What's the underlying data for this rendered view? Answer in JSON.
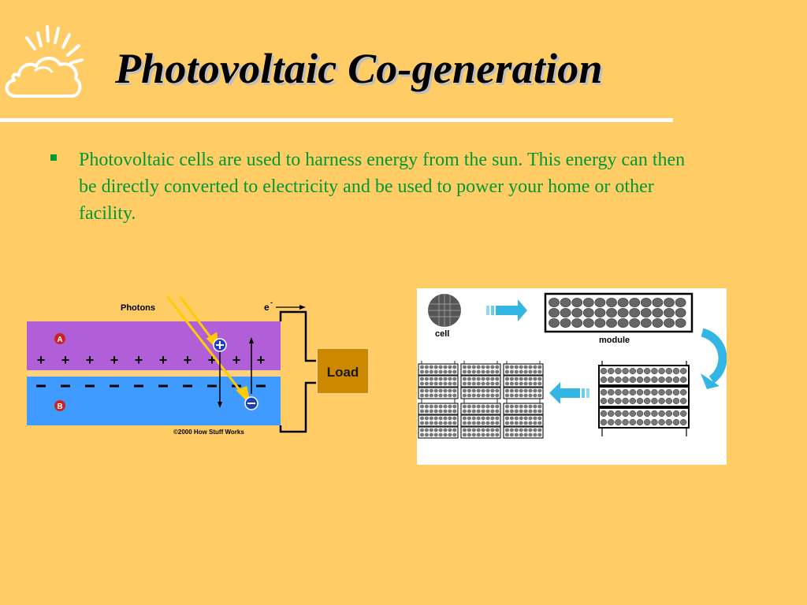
{
  "slide": {
    "title": "Photovoltaic Co-generation",
    "logo_icon": "sun-cloud-icon",
    "background_color": "#FFCC66",
    "text_color": "#009933"
  },
  "bullets": [
    "Photovoltaic cells are used to harness energy from the sun.  This energy can then be directly converted to electricity and be used to power your home or other facility."
  ],
  "pv_diagram": {
    "photons_label": "Photons",
    "electron_label": "e",
    "electron_superscript": "-",
    "layer_a_label": "A",
    "layer_b_label": "B",
    "load_label": "Load",
    "copyright": "©2000 How Stuff Works",
    "colors": {
      "layer_a": "#B05FD8",
      "layer_b": "#3F9BFF",
      "load": "#CC8800",
      "junction": "#FFD080"
    }
  },
  "module_diagram": {
    "cell_label": "cell",
    "module_label": "module",
    "colors": {
      "arrow": "#33B5E5",
      "cell": "#555555"
    }
  }
}
